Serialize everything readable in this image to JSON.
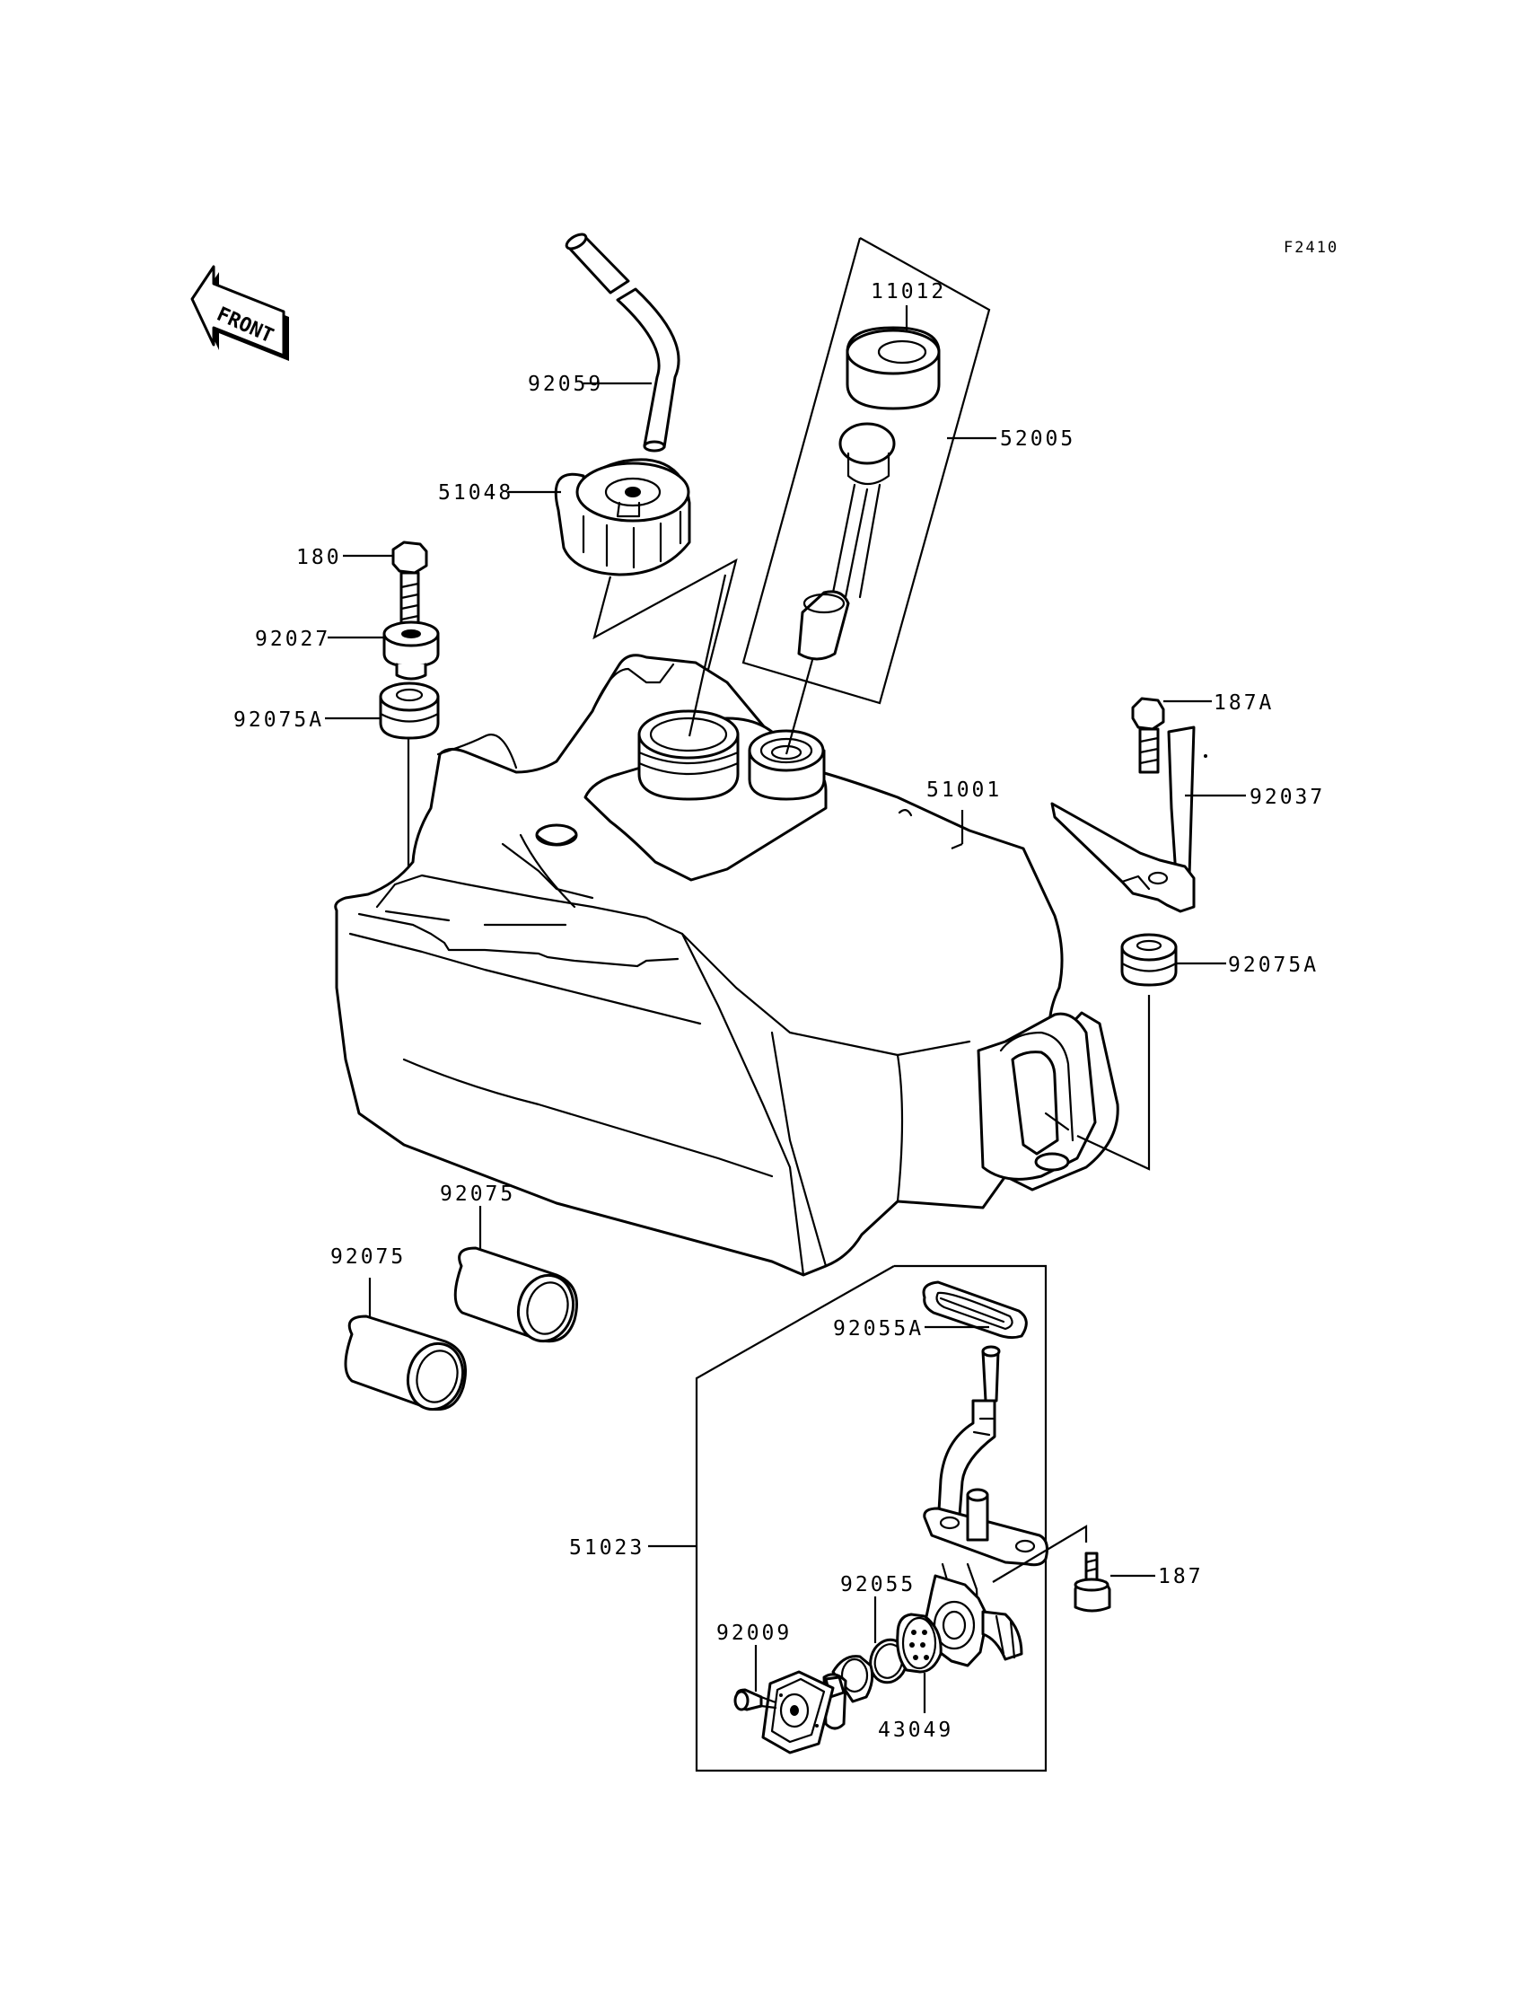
{
  "diagram": {
    "code": "F2410",
    "front_label": "FRONT",
    "labels": {
      "p11012": "11012",
      "p52005": "52005",
      "p92059": "92059",
      "p51048": "51048",
      "p180": "180",
      "p92027": "92027",
      "p92075A_left": "92075A",
      "p187A": "187A",
      "p51001": "51001",
      "p92037": "92037",
      "p92075A_right": "92075A",
      "p92075_upper": "92075",
      "p92075_lower": "92075",
      "p92055A": "92055A",
      "p51023": "51023",
      "p187": "187",
      "p92055": "92055",
      "p92009": "92009",
      "p43049": "43049"
    }
  }
}
